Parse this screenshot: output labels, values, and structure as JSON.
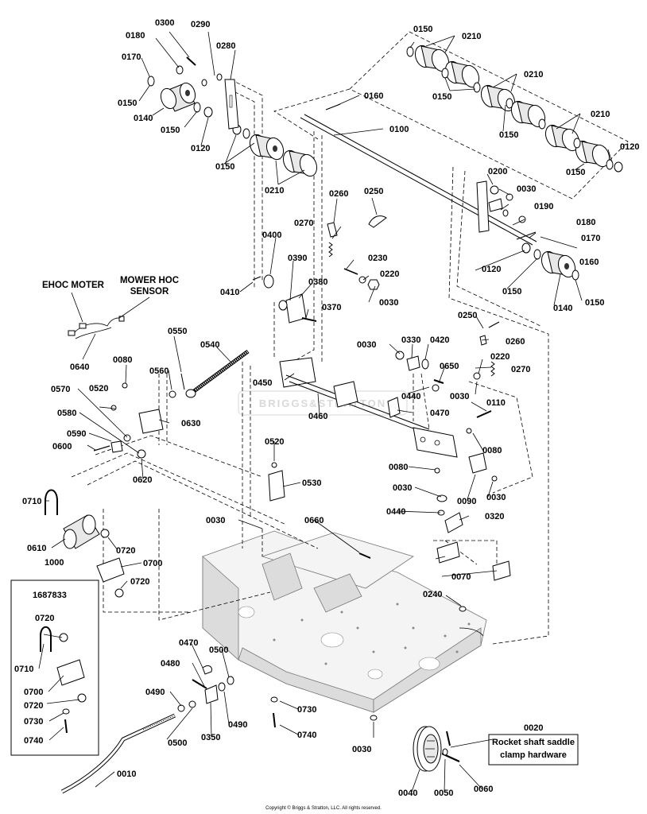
{
  "diagram": {
    "labels": [
      {
        "key": "0300",
        "text": "0300"
      },
      {
        "key": "0290",
        "text": "0290"
      },
      {
        "key": "0180a",
        "text": "0180"
      },
      {
        "key": "0280",
        "text": "0280"
      },
      {
        "key": "0170a",
        "text": "0170"
      },
      {
        "key": "0150a",
        "text": "0150"
      },
      {
        "key": "0140a",
        "text": "0140"
      },
      {
        "key": "0150b",
        "text": "0150"
      },
      {
        "key": "0120a",
        "text": "0120"
      },
      {
        "key": "0150c",
        "text": "0150"
      },
      {
        "key": "0210a",
        "text": "0210"
      },
      {
        "key": "0150d",
        "text": "0150"
      },
      {
        "key": "0210b",
        "text": "0210"
      },
      {
        "key": "0210c",
        "text": "0210"
      },
      {
        "key": "0150e",
        "text": "0150"
      },
      {
        "key": "0150f",
        "text": "0150"
      },
      {
        "key": "0210d",
        "text": "0210"
      },
      {
        "key": "0120b",
        "text": "0120"
      },
      {
        "key": "0150g",
        "text": "0150"
      },
      {
        "key": "0160a",
        "text": "0160"
      },
      {
        "key": "0100",
        "text": "0100"
      },
      {
        "key": "0200",
        "text": "0200"
      },
      {
        "key": "0030a",
        "text": "0030"
      },
      {
        "key": "0190",
        "text": "0190"
      },
      {
        "key": "0180b",
        "text": "0180"
      },
      {
        "key": "0170b",
        "text": "0170"
      },
      {
        "key": "0160b",
        "text": "0160"
      },
      {
        "key": "0120c",
        "text": "0120"
      },
      {
        "key": "0150h",
        "text": "0150"
      },
      {
        "key": "0140b",
        "text": "0140"
      },
      {
        "key": "0150i",
        "text": "0150"
      },
      {
        "key": "0260a",
        "text": "0260"
      },
      {
        "key": "0250a",
        "text": "0250"
      },
      {
        "key": "0270a",
        "text": "0270"
      },
      {
        "key": "0400",
        "text": "0400"
      },
      {
        "key": "0230",
        "text": "0230"
      },
      {
        "key": "0390",
        "text": "0390"
      },
      {
        "key": "0220a",
        "text": "0220"
      },
      {
        "key": "0380",
        "text": "0380"
      },
      {
        "key": "0030b",
        "text": "0030"
      },
      {
        "key": "0410",
        "text": "0410"
      },
      {
        "key": "0370",
        "text": "0370"
      },
      {
        "key": "0640",
        "text": "0640"
      },
      {
        "key": "0550",
        "text": "0550"
      },
      {
        "key": "0540",
        "text": "0540"
      },
      {
        "key": "0250b",
        "text": "0250"
      },
      {
        "key": "0080a",
        "text": "0080"
      },
      {
        "key": "0030c",
        "text": "0030"
      },
      {
        "key": "0330",
        "text": "0330"
      },
      {
        "key": "0420",
        "text": "0420"
      },
      {
        "key": "0260b",
        "text": "0260"
      },
      {
        "key": "0560",
        "text": "0560"
      },
      {
        "key": "0450",
        "text": "0450"
      },
      {
        "key": "0650",
        "text": "0650"
      },
      {
        "key": "0220b",
        "text": "0220"
      },
      {
        "key": "0270b",
        "text": "0270"
      },
      {
        "key": "0570",
        "text": "0570"
      },
      {
        "key": "0520a",
        "text": "0520"
      },
      {
        "key": "0440a",
        "text": "0440"
      },
      {
        "key": "0030d",
        "text": "0030"
      },
      {
        "key": "0580",
        "text": "0580"
      },
      {
        "key": "0630",
        "text": "0630"
      },
      {
        "key": "0460",
        "text": "0460"
      },
      {
        "key": "0110",
        "text": "0110"
      },
      {
        "key": "0470a",
        "text": "0470"
      },
      {
        "key": "0590",
        "text": "0590"
      },
      {
        "key": "0600",
        "text": "0600"
      },
      {
        "key": "0080b",
        "text": "0080"
      },
      {
        "key": "0620",
        "text": "0620"
      },
      {
        "key": "0520b",
        "text": "0520"
      },
      {
        "key": "0080c",
        "text": "0080"
      },
      {
        "key": "0530",
        "text": "0530"
      },
      {
        "key": "0030e",
        "text": "0030"
      },
      {
        "key": "0090",
        "text": "0090"
      },
      {
        "key": "0030f",
        "text": "0030"
      },
      {
        "key": "0710a",
        "text": "0710"
      },
      {
        "key": "0440b",
        "text": "0440"
      },
      {
        "key": "0320",
        "text": "0320"
      },
      {
        "key": "0030g",
        "text": "0030"
      },
      {
        "key": "0660",
        "text": "0660"
      },
      {
        "key": "0610",
        "text": "0610"
      },
      {
        "key": "0720a",
        "text": "0720"
      },
      {
        "key": "0700a",
        "text": "0700"
      },
      {
        "key": "1000",
        "text": "1000"
      },
      {
        "key": "0720b",
        "text": "0720"
      },
      {
        "key": "0070",
        "text": "0070"
      },
      {
        "key": "1687833",
        "text": "1687833"
      },
      {
        "key": "0240",
        "text": "0240"
      },
      {
        "key": "0720c",
        "text": "0720"
      },
      {
        "key": "0710b",
        "text": "0710"
      },
      {
        "key": "0700b",
        "text": "0700"
      },
      {
        "key": "0720d",
        "text": "0720"
      },
      {
        "key": "0730a",
        "text": "0730"
      },
      {
        "key": "0740a",
        "text": "0740"
      },
      {
        "key": "0470b",
        "text": "0470"
      },
      {
        "key": "0500a",
        "text": "0500"
      },
      {
        "key": "0480",
        "text": "0480"
      },
      {
        "key": "0490a",
        "text": "0490"
      },
      {
        "key": "0490b",
        "text": "0490"
      },
      {
        "key": "0350",
        "text": "0350"
      },
      {
        "key": "0500b",
        "text": "0500"
      },
      {
        "key": "0730b",
        "text": "0730"
      },
      {
        "key": "0740b",
        "text": "0740"
      },
      {
        "key": "0030h",
        "text": "0030"
      },
      {
        "key": "0020",
        "text": "0020"
      },
      {
        "key": "0010",
        "text": "0010"
      },
      {
        "key": "0040",
        "text": "0040"
      },
      {
        "key": "0050",
        "text": "0050"
      },
      {
        "key": "0060",
        "text": "0060"
      }
    ],
    "ehoc_motor_label": "EHOC MOTER",
    "mower_hoc_sensor_label_1": "MOWER HOC",
    "mower_hoc_sensor_label_2": "SENSOR",
    "callout_0020_line1": "Rocket shaft saddle",
    "callout_0020_line2": "clamp hardware",
    "watermark": "BRIGGS&STRATTON",
    "copyright": "Copyright © Briggs & Stratton, LLC. All rights reserved."
  }
}
